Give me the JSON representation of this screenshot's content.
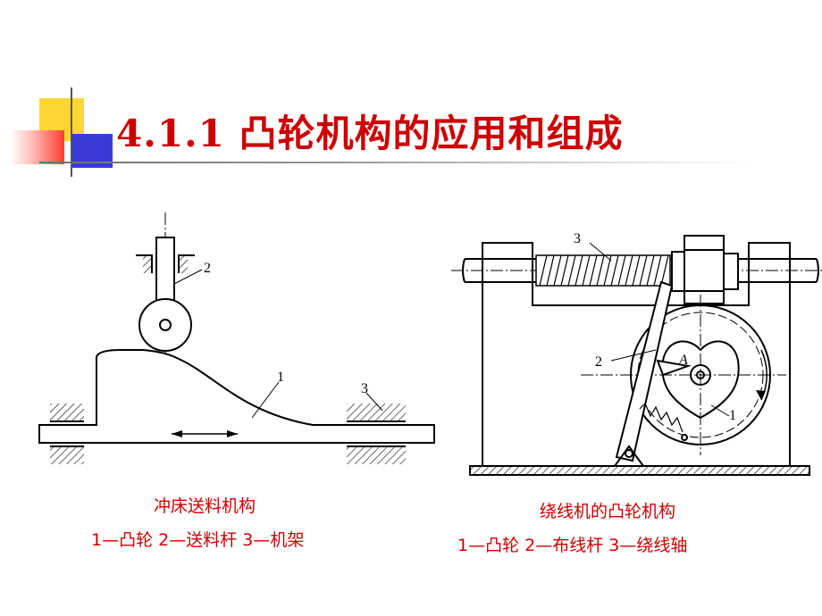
{
  "slide": {
    "title": "4.1.1  凸轮机构的应用和组成"
  },
  "figure_left": {
    "caption": "冲床送料机构",
    "legend": "1—凸轮  2—送料杆  3—机架",
    "labels": {
      "cam": "1",
      "rod": "2",
      "frame": "3"
    }
  },
  "figure_right": {
    "caption": "绕线机的凸轮机构",
    "legend": "1—凸轮   2—布线杆   3—绕线轴",
    "labels": {
      "cam": "1",
      "lever": "2",
      "shaft": "3",
      "pivot": "A"
    }
  },
  "colors": {
    "title": "#cc0000",
    "caption": "#cc0000",
    "deco_yellow": "#ffd633",
    "deco_red": "#ff3b2f",
    "deco_blue": "#3a3ad8"
  }
}
